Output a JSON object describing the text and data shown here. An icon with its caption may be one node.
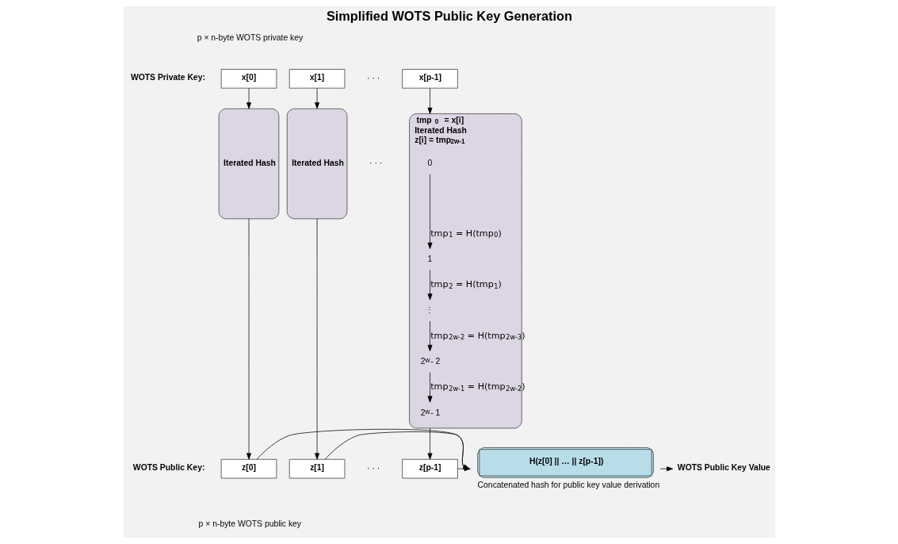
{
  "diagram": {
    "title": "Simplified WOTS Public Key Generation",
    "nodes": [
      {
        "text": [
          "x[0]"
        ]
      },
      {
        "text": [
          "x[1]"
        ]
      },
      {
        "text": [
          "x[p-1]"
        ]
      },
      {
        "text": [
          "Iterated Hash"
        ]
      },
      {
        "text": [
          "Iterated Hash"
        ]
      },
      {
        "text": [
          "tmp$_{0}$ = x[i]",
          "Iterated Hash",
          "z[i] = tmp$_{2w-1}$"
        ]
      },
      {
        "text": [
          "0"
        ],
        "in": 5
      },
      {
        "text": [
          "1"
        ],
        "in": 5
      },
      {
        "text": [
          "⋮"
        ],
        "in": 5
      },
      {
        "text": [
          "2$^{w}$- 2"
        ],
        "in": 5
      },
      {
        "text": [
          "2$^{w}$- 1"
        ],
        "in": 5
      },
      {
        "text": [
          "z[0]"
        ]
      },
      {
        "text": [
          "z[1]"
        ]
      },
      {
        "text": [
          "z[p-1]"
        ]
      },
      {
        "text": [
          "H(z[0] || … || z[p-1])"
        ],
        "beside": [
          "Concatenated hash for public key value derivation"
        ]
      },
      {
        "text": [
          "WOTS Public Key Value"
        ]
      }
    ],
    "edges": [
      {
        "from": 0,
        "to": 3,
        "arrow": "to"
      },
      {
        "from": 1,
        "to": 4,
        "arrow": "to"
      },
      {
        "from": 2,
        "to": 5,
        "arrow": "to"
      },
      {
        "from": 6,
        "to": 7,
        "arrow": "to",
        "label": "tmp$_{1}$ = H(tmp$_{0}$)"
      },
      {
        "from": 7,
        "to": 8,
        "arrow": "to",
        "label": "tmp$_{2}$ = H(tmp$_{1}$)"
      },
      {
        "from": 8,
        "to": 9,
        "arrow": "to",
        "label": "tmp$_{2w-2}$ = H(tmp$_{2w-3}$)"
      },
      {
        "from": 9,
        "to": 10,
        "arrow": "to",
        "label": "tmp$_{2w-1}$ = H(tmp$_{2w-2}$)"
      },
      {
        "from": 3,
        "to": 11,
        "arrow": "to"
      },
      {
        "from": 4,
        "to": 12,
        "arrow": "to"
      },
      {
        "from": 5,
        "to": 13,
        "arrow": "to"
      },
      {
        "from": 11,
        "to": 14,
        "arrow": "to"
      },
      {
        "from": 12,
        "to": 14,
        "arrow": "to"
      },
      {
        "from": 13,
        "to": 14,
        "arrow": "to"
      },
      {
        "from": 14,
        "to": 15,
        "arrow": "to"
      }
    ],
    "labels": [
      "p × n-byte WOTS private key",
      "WOTS Private Key:",
      "· · ·",
      "· · ·",
      "WOTS Public Key:",
      "· · ·",
      "p × n-byte WOTS public key"
    ]
  }
}
